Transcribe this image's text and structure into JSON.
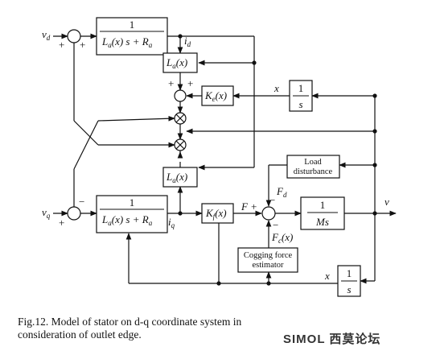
{
  "inputs": {
    "vd": "v",
    "vd_sub": "d",
    "vq": "v",
    "vq_sub": "q"
  },
  "tf_d": {
    "num": "1",
    "den": "L",
    "den_a": "a",
    "den_x": "(x) s + R",
    "den_r": "a"
  },
  "tf_q": {
    "num": "1",
    "den": "L",
    "den_a": "a",
    "den_x": "(x) s + R",
    "den_r": "a"
  },
  "la_top": {
    "main": "L",
    "sub": "a",
    "rest": "(x)"
  },
  "la_bot": {
    "main": "L",
    "sub": "a",
    "rest": "(x)"
  },
  "ke": {
    "main": "K",
    "sub": "e",
    "rest": "(x)"
  },
  "kf": {
    "main": "K",
    "sub": "f",
    "rest": "(x)"
  },
  "int_x": {
    "num": "1",
    "den": "s"
  },
  "int_bottom": {
    "num": "1",
    "den": "s"
  },
  "mass": {
    "num": "1",
    "den": "Ms"
  },
  "load": {
    "line1": "Load",
    "line2": "disturbance"
  },
  "cogging": {
    "line1": "Cogging force",
    "line2": "estimator"
  },
  "signals": {
    "id": "i",
    "id_sub": "d",
    "iq": "i",
    "iq_sub": "q",
    "x_top": "x",
    "x_bottom": "x",
    "F": "F",
    "Fd": "F",
    "Fd_sub": "d",
    "Fc": "F",
    "Fc_sub": "c",
    "Fc_rest": "(x)",
    "v": "v"
  },
  "signs": {
    "plus": "+",
    "minus": "−"
  },
  "caption": "Fig.12. Model of stator on d-q coordinate system in consideration of outlet edge.",
  "watermark": "SIMOL 西莫论坛"
}
